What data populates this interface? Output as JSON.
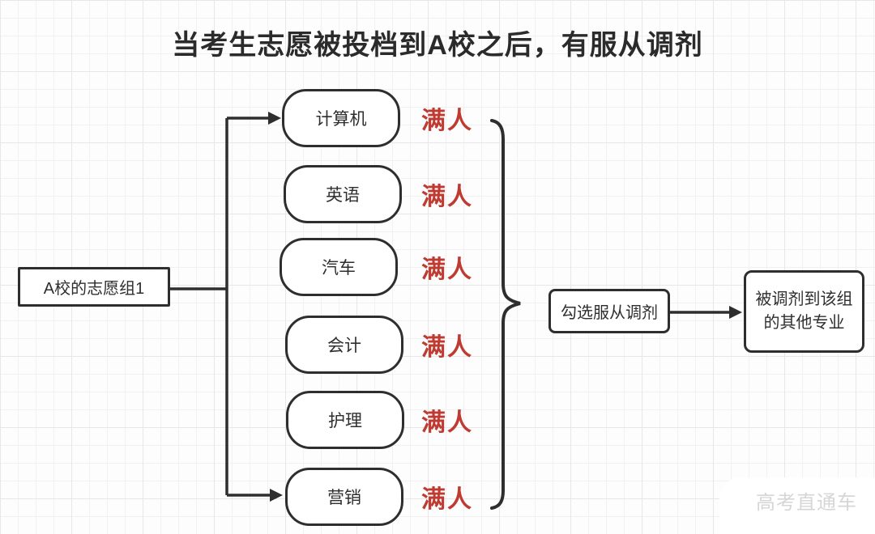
{
  "title": "当考生志愿被投档到A校之后，有服从调剂",
  "diagram": {
    "source_group": {
      "label": "A校的志愿组1"
    },
    "majors": [
      {
        "label": "计算机",
        "status": "满人"
      },
      {
        "label": "英语",
        "status": "满人"
      },
      {
        "label": "汽车",
        "status": "满人"
      },
      {
        "label": "会计",
        "status": "满人"
      },
      {
        "label": "护理",
        "status": "满人"
      },
      {
        "label": "营销",
        "status": "满人"
      }
    ],
    "action": {
      "label": "勾选服从调剂"
    },
    "result": {
      "line1": "被调剂到该组",
      "line2": "的其他专业"
    }
  },
  "watermark": {
    "label": "高考直通车"
  },
  "colors": {
    "status_red": "#bf3a31",
    "line_dark": "#2e2e2e",
    "grid_line": "#e7e7e7",
    "background": "#fdfdfd"
  }
}
